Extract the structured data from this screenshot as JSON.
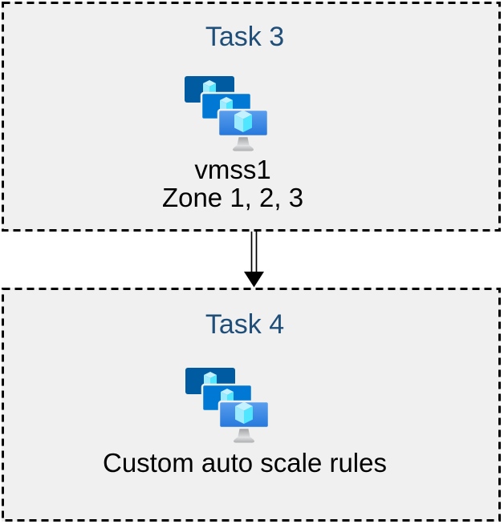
{
  "diagram": {
    "nodes": [
      {
        "title": "Task 3",
        "icon": "vm-scale-sets",
        "lines": [
          "vmss1",
          "Zone 1, 2, 3"
        ]
      },
      {
        "title": "Task 4",
        "icon": "vm-scale-sets",
        "lines": [
          "Custom auto scale rules"
        ]
      }
    ],
    "connector": {
      "from": "Task 3",
      "to": "Task 4",
      "type": "double-line-arrow",
      "direction": "down"
    }
  },
  "colors": {
    "page_background": "#ffffff",
    "box_background": "#f0f0f0",
    "box_border": "#000000",
    "heading_text": "#1f4e79",
    "body_text": "#000000",
    "arrow": "#000000",
    "icon_monitor_back": "#005ba1",
    "icon_monitor_middle": "#0078d4",
    "icon_monitor_front_gradient_top": "#5c9fee",
    "icon_monitor_front_gradient_bottom": "#2477db",
    "icon_cube_top": "#c3f1ff",
    "icon_cube_left": "#9cebff",
    "icon_cube_right": "#50e6ff",
    "icon_stand": "#c8c9cb"
  }
}
